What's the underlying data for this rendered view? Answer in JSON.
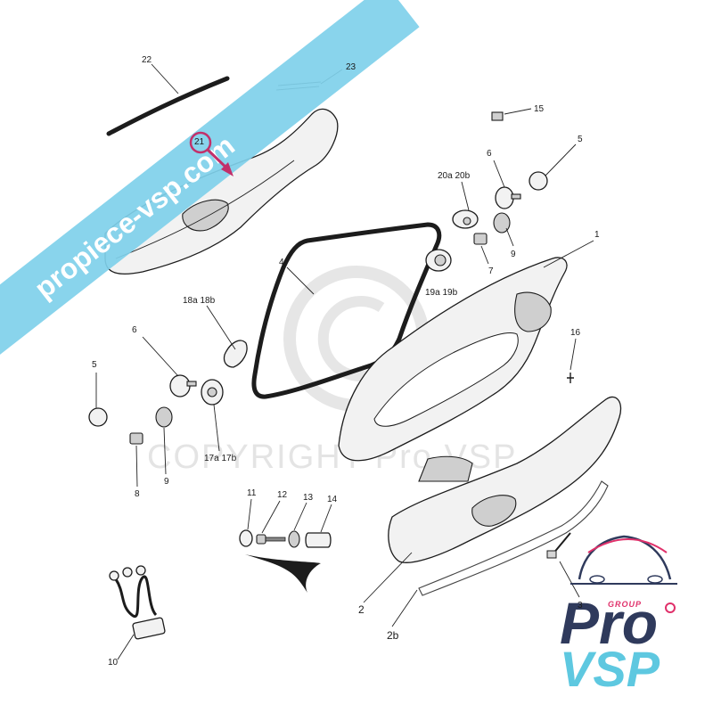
{
  "watermarks": {
    "banner": "propiece-vsp.com",
    "copyright": "COPYRIGHT Pro VSP"
  },
  "logo": {
    "group": "GROUP",
    "pro": "Pro",
    "vsp": "VSP",
    "colors": {
      "navy": "#2f3a5c",
      "cyan": "#5ec8e0",
      "pink": "#e0306a"
    }
  },
  "callouts": {
    "c1": "1",
    "c2": "2",
    "c2b": "2b",
    "c3": "3",
    "c4": "4",
    "c5_right": "5",
    "c5_left": "5",
    "c6_right": "6",
    "c6_left": "6",
    "c7": "7",
    "c8": "8",
    "c9_right": "9",
    "c9_left": "9",
    "c10": "10",
    "c11": "11",
    "c12": "12",
    "c13": "13",
    "c14": "14",
    "c15": "15",
    "c16": "16",
    "c17": "17a  17b",
    "c18": "18a  18b",
    "c19": "19a  19b",
    "c20": "20a  20b",
    "c21": "21",
    "c22": "22",
    "c23": "23"
  },
  "colors": {
    "banner": "#7fd0ea",
    "accent_arrow": "#c2306a"
  }
}
